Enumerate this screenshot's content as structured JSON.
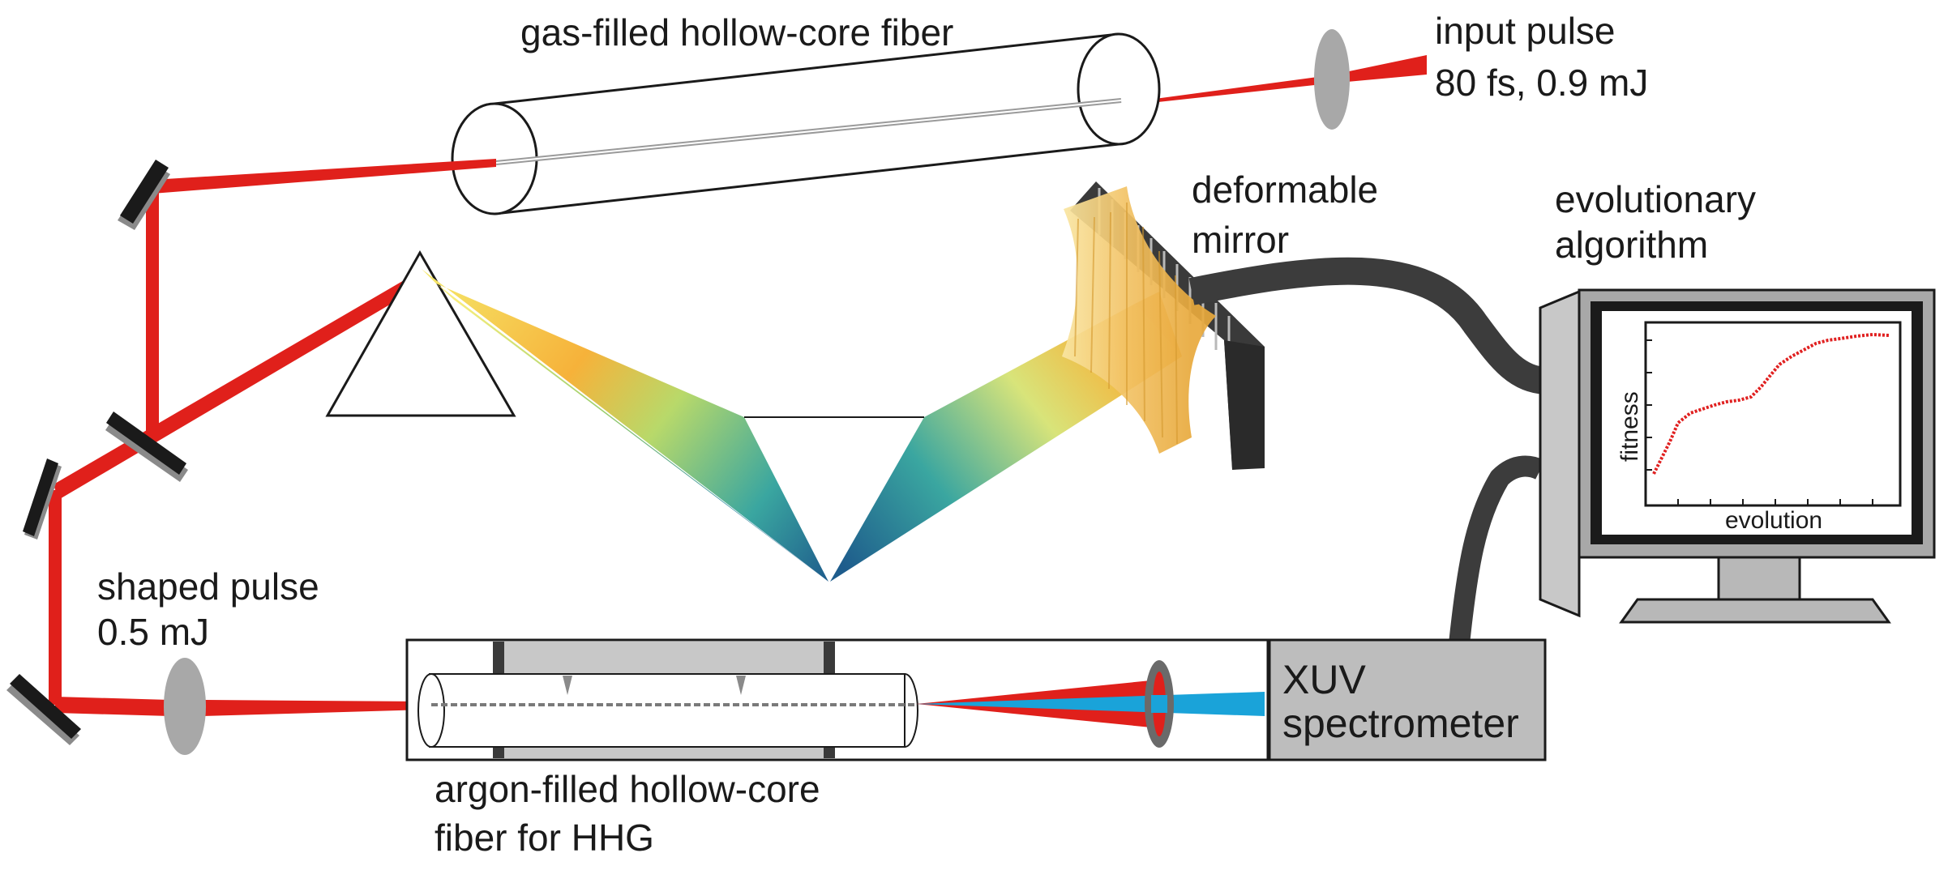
{
  "labels": {
    "hollow_fiber": "gas-filled hollow-core fiber",
    "input_pulse_line1": "input pulse",
    "input_pulse_line2": "80 fs, 0.9 mJ",
    "deformable_line1": "deformable",
    "deformable_line2": "mirror",
    "evolutionary_line1": "evolutionary",
    "evolutionary_line2": "algorithm",
    "shaped_pulse_line1": "shaped pulse",
    "shaped_pulse_line2": "0.5 mJ",
    "xuv_line1": "XUV",
    "xuv_line2": "spectrometer",
    "argon_line1": "argon-filled hollow-core",
    "argon_line2": "fiber for HHG"
  },
  "monitor_plot": {
    "xlabel": "evolution",
    "ylabel": "fitness"
  },
  "colors": {
    "beam": "#e0201b",
    "xuv": "#1aa3d9",
    "mirror": "#1a1a1a",
    "lens": "#a8a8a8",
    "cable": "#3c3c3c",
    "spectrometer": "#bdbdbd",
    "curve": "#e02020"
  }
}
